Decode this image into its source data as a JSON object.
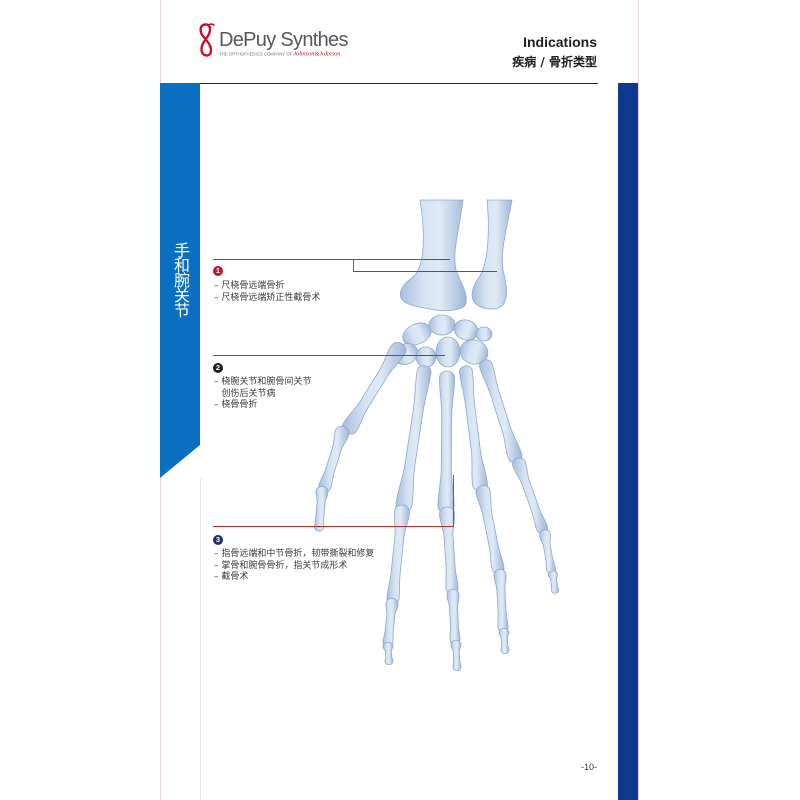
{
  "header": {
    "brand_name": "DePuy Synthes",
    "tagline": "THE ORTHOPAEDICS COMPANY OF",
    "tagline_brand": "Johnson&Johnson",
    "title": "Indications",
    "subtitle": "疾病 / 骨折类型",
    "logo_icon": "depuy-synthes-logo-icon"
  },
  "side_tab": {
    "label": "手和腕关节"
  },
  "callouts": [
    {
      "marker": "1",
      "marker_color": "#c8102e",
      "lines": [
        "– 尺桡骨远端骨折",
        "– 尺桡骨远端矫正性截骨术"
      ]
    },
    {
      "marker": "2",
      "marker_color": "#1c1c1c",
      "lines": [
        "– 桡腕关节和腕骨间关节",
        "创伤后关节病",
        "– 桡骨骨折"
      ]
    },
    {
      "marker": "3",
      "marker_color": "#1f2f6e",
      "lines": [
        "– 指骨远端和中节骨折，韧带撕裂和修复",
        "– 掌骨和腕骨骨折，指关节成形术",
        "– 截骨术"
      ]
    }
  ],
  "page_number": "-10-",
  "colors": {
    "brand_red": "#c8102e",
    "tab_blue": "#0a6fc2",
    "edge_navy": "#0d3a8e",
    "callout_line": "#c62828",
    "bone": "#c9d8ec"
  }
}
